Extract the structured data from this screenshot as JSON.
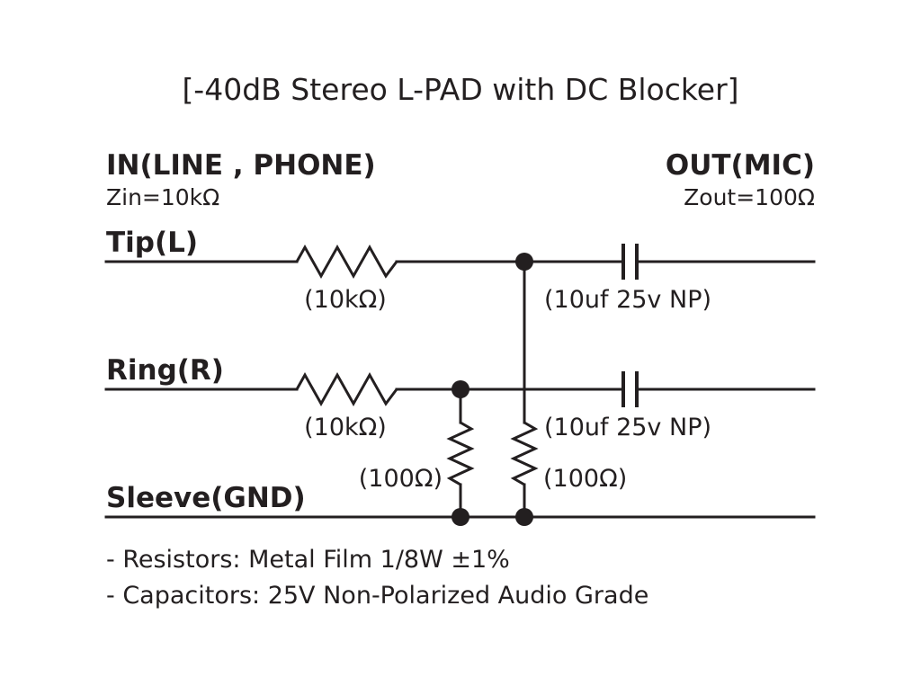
{
  "title": "[-40dB Stereo L-PAD with DC Blocker]",
  "input": {
    "heading": "IN(LINE , PHONE)",
    "impedance": "Zin=10kΩ"
  },
  "output": {
    "heading": "OUT(MIC)",
    "impedance": "Zout=100Ω"
  },
  "lines": {
    "tip": "Tip(L)",
    "ring": "Ring(R)",
    "sleeve": "Sleeve(GND)"
  },
  "components": {
    "tip_series_resistor": "(10kΩ)",
    "ring_series_resistor": "(10kΩ)",
    "tip_capacitor": "(10uf 25v NP)",
    "ring_capacitor": "(10uf 25v NP)",
    "ring_shunt_resistor": "(100Ω)",
    "tip_shunt_resistor": "(100Ω)"
  },
  "notes": [
    "- Resistors: Metal Film 1/8W ±1%",
    "- Capacitors: 25V Non-Polarized Audio Grade"
  ],
  "colors": {
    "ink": "#231f20",
    "background": "#ffffff"
  }
}
